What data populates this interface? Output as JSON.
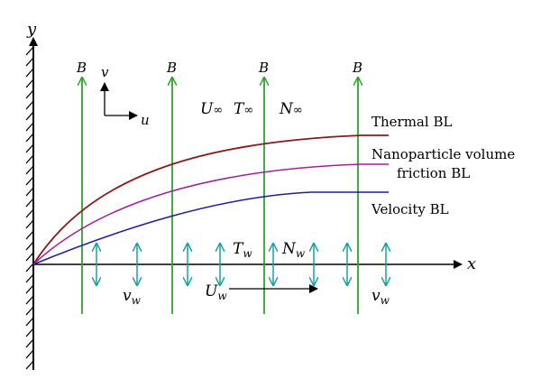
{
  "axes": {
    "y_label": "y",
    "x_label": "x"
  },
  "field_labels": {
    "b": "B",
    "v": "v",
    "u": "u"
  },
  "free_stream": {
    "U": "U",
    "T": "T",
    "N": "N",
    "inf": "∞"
  },
  "wall_labels": {
    "T": "T",
    "N": "N",
    "U": "U",
    "v": "v",
    "sub": "w"
  },
  "layers": {
    "thermal": "Thermal BL",
    "nano_line1": "Nanoparticle volume",
    "nano_line2": "friction BL",
    "velocity": "Velocity BL"
  },
  "colors": {
    "thermal": "#8b1a1a",
    "nano": "#a020a0",
    "velocity": "#1c1ca8",
    "field": "#2aa52a",
    "suction": "#1aa0a0",
    "ink": "#000000"
  }
}
